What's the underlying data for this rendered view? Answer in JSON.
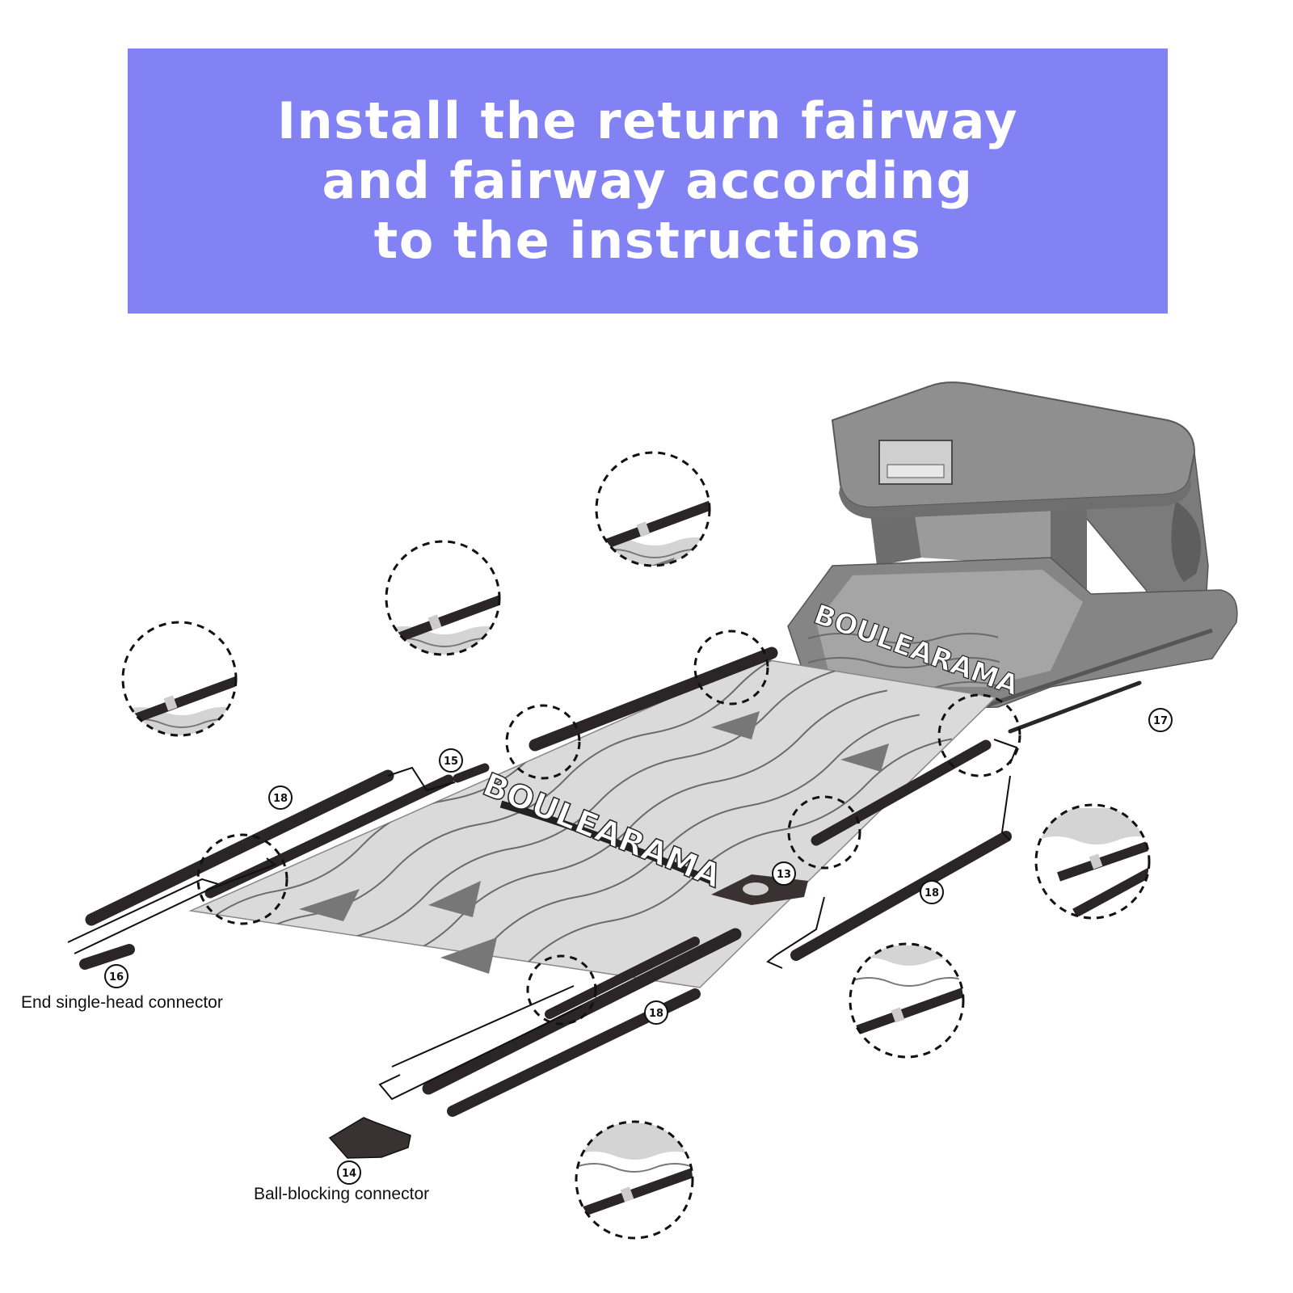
{
  "banner": {
    "lines": [
      "Install the return fairway",
      "and fairway according",
      "to the instructions"
    ],
    "background": "#8282f5",
    "text_color": "#ffffff"
  },
  "diagram": {
    "brand": "BOULEARAMA",
    "callouts": {
      "c13": "13",
      "c14": "14",
      "c15": "15",
      "c16": "16",
      "c17": "17",
      "c18a": "18",
      "c18b": "18",
      "c18c": "18"
    },
    "captions": {
      "end_connector": "End single-head connector",
      "ball_connector": "Ball-blocking connector"
    },
    "colors": {
      "rail": "#2a2526",
      "machine": "#8a8a8a",
      "lane": "#d9d9d9",
      "wave": "#707070"
    }
  }
}
